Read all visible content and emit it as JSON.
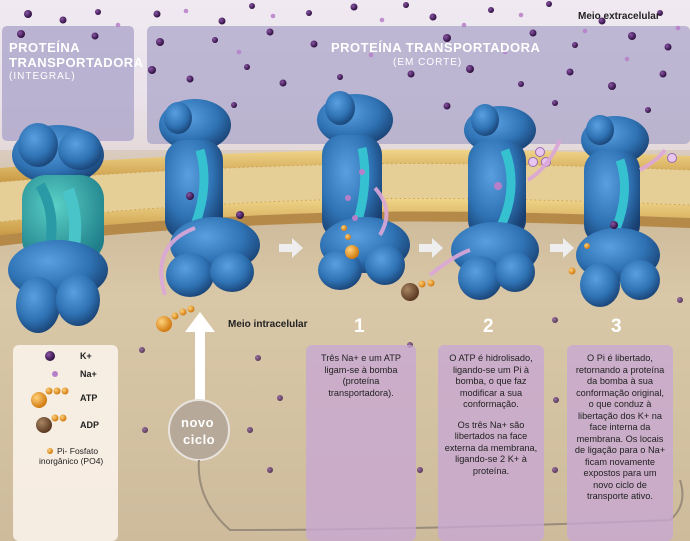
{
  "labels": {
    "extracellular": "Meio extracelular",
    "intracellular": "Meio intracelular",
    "left_title_line1": "PROTEÍNA",
    "left_title_line2": "TRANSPORTADORA",
    "left_subtitle": "(INTEGRAL)",
    "center_title": "PROTEÍNA TRANSPORTADORA",
    "center_subtitle": "(EM CORTE)",
    "new_cycle_line1": "novo",
    "new_cycle_line2": "ciclo"
  },
  "steps": [
    {
      "number": "1",
      "text": [
        "Três Na+ e um ATP ligam-se à bomba (proteína transportadora)."
      ]
    },
    {
      "number": "2",
      "text": [
        "O ATP é hidrolisado, ligando-se um Pi à bomba, o que faz modificar a sua conformação.",
        "Os três Na+ são libertados na face externa da membrana, ligando-se 2 K+ à proteína."
      ]
    },
    {
      "number": "3",
      "text": [
        "O Pi é libertado, retornando a proteína da bomba à sua conformação original, o que conduz à libertação dos K+ na face interna da membrana. Os locais de ligação para o Na+ ficam novamente expostos para um novo ciclo de transporte ativo."
      ]
    }
  ],
  "legend": {
    "k": "K+",
    "na": "Na+",
    "atp": "ATP",
    "adp": "ADP",
    "pi_line1": "Pi- Fosfato",
    "pi_line2": "inorgânico (PO4)"
  },
  "colors": {
    "protein": "#2f73b5",
    "protein_dark": "#1c4f86",
    "channel": "#35c1cf",
    "k_ion": "#4a1f5e",
    "na_ion": "#b77fc9",
    "phosphate": "#e79417",
    "membrane": "#d9b25d",
    "panel": "#c8a8d2"
  }
}
